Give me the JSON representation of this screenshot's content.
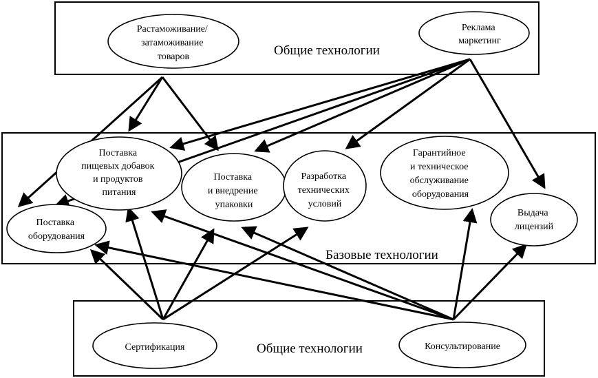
{
  "colors": {
    "stroke": "#000000",
    "background": "#ffffff"
  },
  "groups": {
    "top": {
      "label": "Общие технологии"
    },
    "middle": {
      "label": "Базовые технологии"
    },
    "bottom": {
      "label": "Общие технологии"
    }
  },
  "nodes": {
    "customs": {
      "lines": [
        "Растаможивание/",
        "затаможивание",
        "товаров"
      ]
    },
    "advertising": {
      "lines": [
        "Реклама",
        "маркетинг"
      ]
    },
    "food": {
      "lines": [
        "Поставка",
        "пищевых добавок",
        "и продуктов",
        "питания"
      ]
    },
    "packaging": {
      "lines": [
        "Поставка",
        "и внедрение",
        "упаковки"
      ]
    },
    "techspec": {
      "lines": [
        "Разработка",
        "технических",
        "условий"
      ]
    },
    "warranty": {
      "lines": [
        "Гарантийное",
        "и техническое",
        "обслуживание",
        "оборудования"
      ]
    },
    "equipment": {
      "lines": [
        "Поставка",
        "оборудования"
      ]
    },
    "licenses": {
      "lines": [
        "Выдача",
        "лицензий"
      ]
    },
    "certification": {
      "lines": [
        "Сертификация"
      ]
    },
    "consulting": {
      "lines": [
        "Консультирование"
      ]
    }
  }
}
